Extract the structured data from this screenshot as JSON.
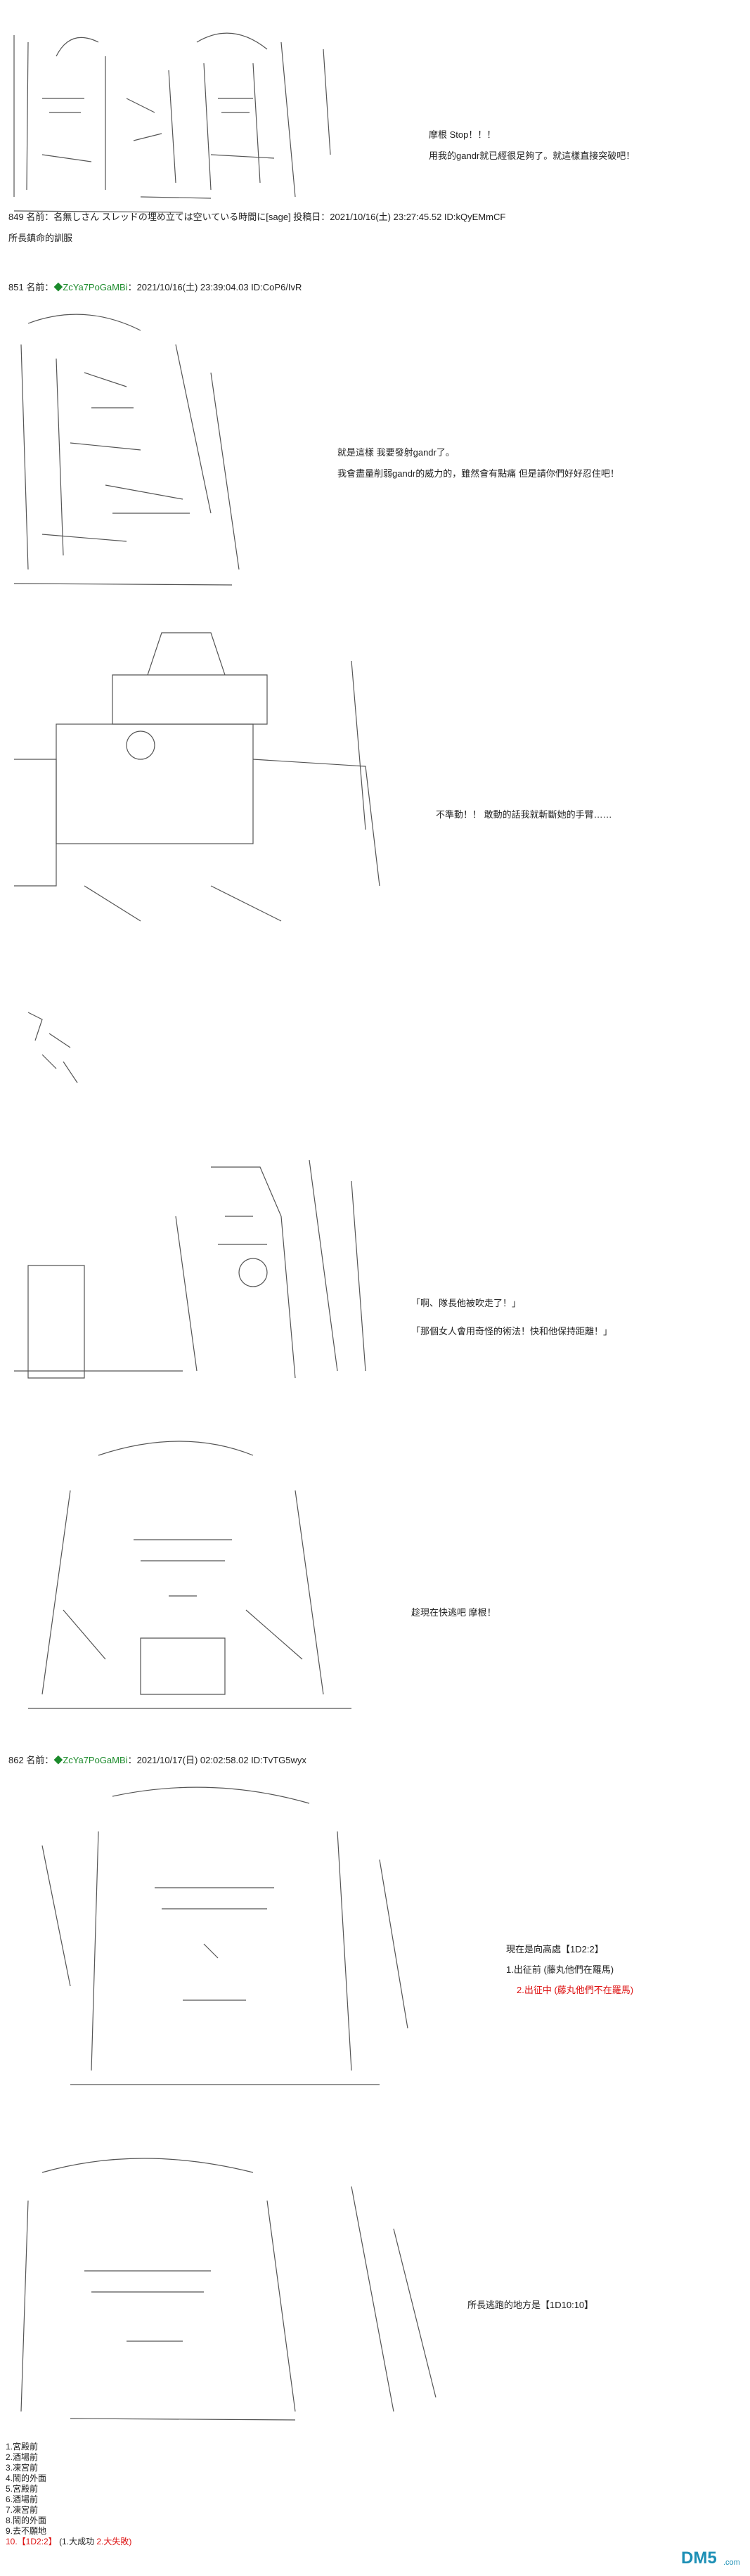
{
  "colors": {
    "trip": "#1b8a2b",
    "red": "#d11111",
    "text": "#222222",
    "logo": "#1c8fb5"
  },
  "art_panels": [
    "ascii-art: two characters facing",
    "ascii-art: character portrait",
    "ascii-art: giant mecha",
    "ascii-art: small debris",
    "ascii-art: battle scene",
    "ascii-art: character charging",
    "ascii-art: character portrait",
    "ascii-art: character portrait"
  ],
  "panel1": {
    "line1": "摩根 Stop！！！",
    "line2": "用我的gandr就已經很足夠了。就這樣直接突破吧！"
  },
  "post849": {
    "header": "849 名前：名無しさん スレッドの埋め立ては空いている時間に[sage] 投稿日：2021/10/16(土) 23:27:45.52 ID:kQyEMmCF",
    "body": "所長鎮命的訓服"
  },
  "post851": {
    "num": "851 名前：",
    "trip": "◆ZcYa7PoGaMBi",
    "meta": "：2021/10/16(土) 23:39:04.03 ID:CoP6/IvR",
    "line1": "就是這樣 我要發射gandr了。",
    "line2": "我會盡量削弱gandr的威力的，雖然會有點痛 但是請你們好好忍住吧！"
  },
  "panel_mecha": {
    "line1": "不準動！！ 敢動的話我就斬斷她的手臂……"
  },
  "panel_battle": {
    "line1": "「啊、隊長他被吹走了！」",
    "line2": "「那個女人會用奇怪的術法！快和他保持距離！」"
  },
  "panel_charge": {
    "line1": "趁現在快逃吧 摩根！"
  },
  "post862": {
    "num": "862 名前：",
    "trip": "◆ZcYa7PoGaMBi",
    "meta": "：2021/10/17(日) 02:02:58.02 ID:TvTG5wyx",
    "line1": "現在是向高處【1D2:2】",
    "line2": "1.出征前 (藤丸他們在羅馬)",
    "line3": "2.出征中 (藤丸他們不在羅馬)"
  },
  "panel_last": {
    "line1": "所長逃跑的地方是【1D10:10】"
  },
  "menu": {
    "items": [
      "1.宮殿前",
      "2.酒場前",
      "3.凍宮前",
      "4.鬧的外面",
      "5.宮殿前",
      "6.酒場前",
      "7.凍宮前",
      "8.鬧的外面",
      "9.去不願地"
    ],
    "last_num": "10.【1D2:2】",
    "last_a": "(1.大成功",
    "last_b": "2.大失敗)"
  },
  "logo": {
    "text": "DM5",
    "sub": ".com"
  }
}
